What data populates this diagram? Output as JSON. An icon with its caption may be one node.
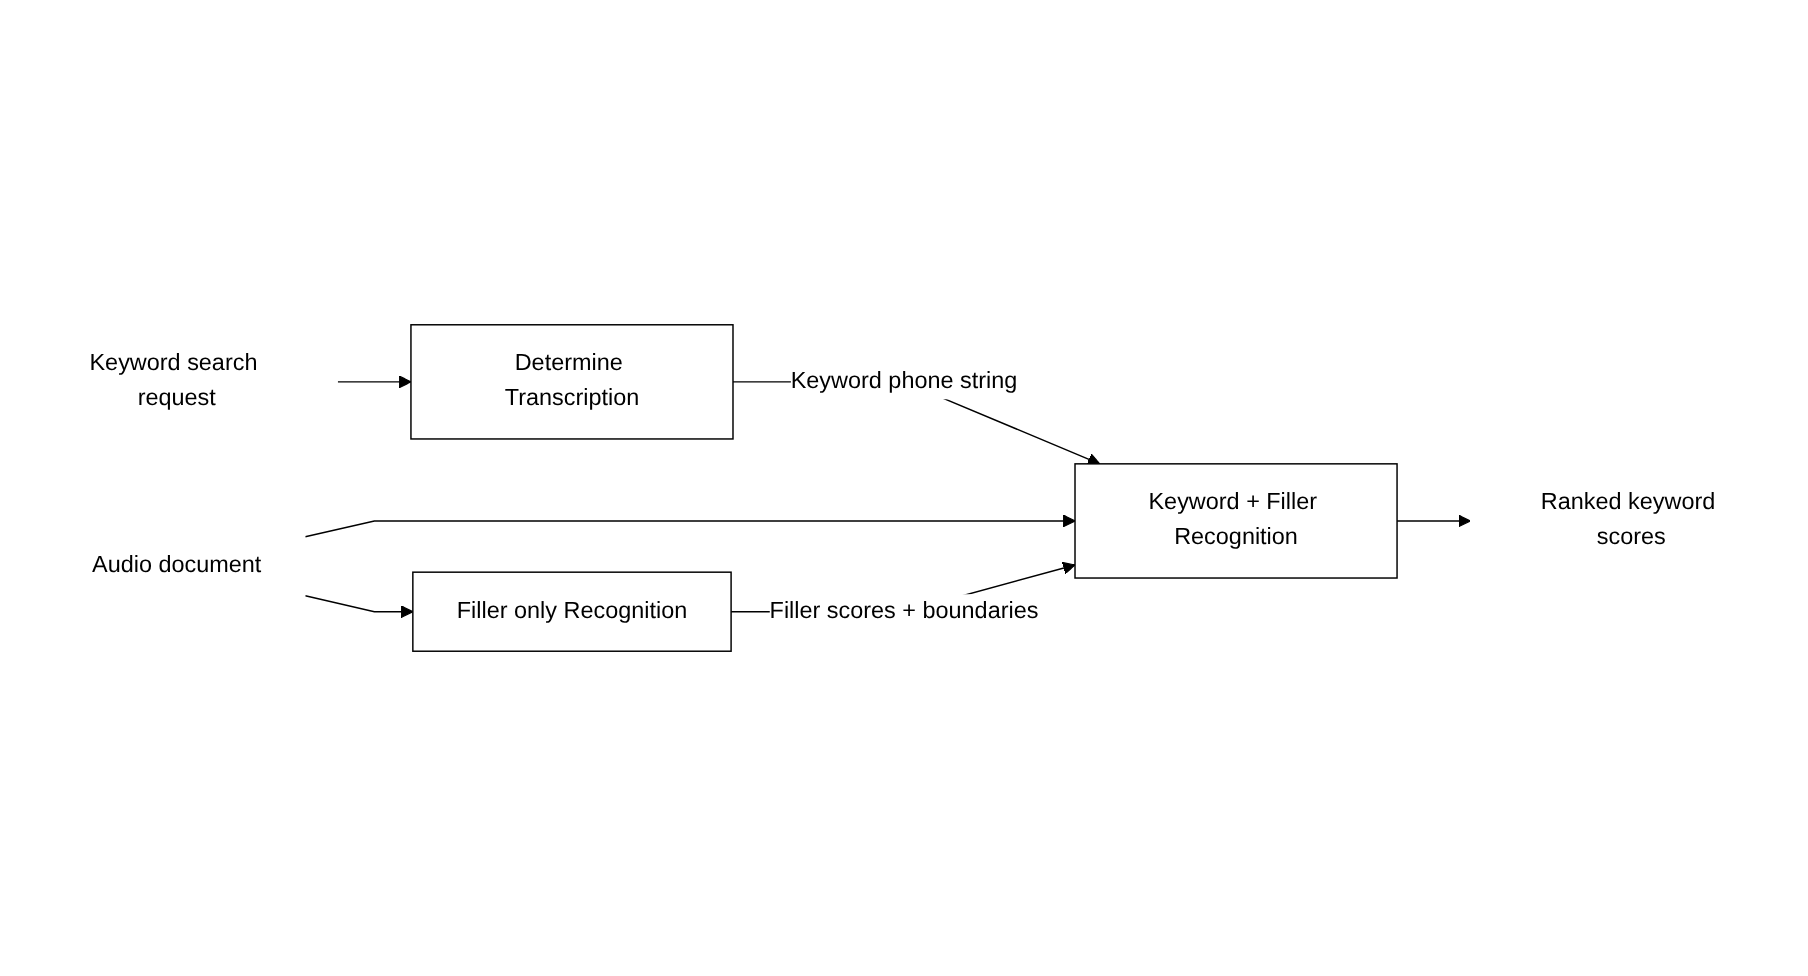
{
  "diagram": {
    "nodes": [
      {
        "text": [
          "Keyword search request"
        ]
      },
      {
        "text": [
          "Determine Transcription"
        ]
      },
      {
        "text": [
          "Keyword + Filler Recognition"
        ]
      },
      {
        "text": [
          "Audio document"
        ]
      },
      {
        "text": [
          "Filler only Recognition"
        ]
      },
      {
        "text": [
          "Ranked keyword scores"
        ]
      }
    ],
    "edges": [
      {
        "from": 0,
        "to": 1,
        "arrow": "to"
      },
      {
        "from": 1,
        "to": 2,
        "arrow": "to",
        "label": "Keyword phone string"
      },
      {
        "from": 3,
        "to": 2,
        "arrow": "to"
      },
      {
        "from": 3,
        "to": 4,
        "arrow": "to"
      },
      {
        "from": 4,
        "to": 2,
        "arrow": "to",
        "label": "Filler scores + boundaries"
      },
      {
        "from": 2,
        "to": 5,
        "arrow": "to"
      }
    ]
  }
}
